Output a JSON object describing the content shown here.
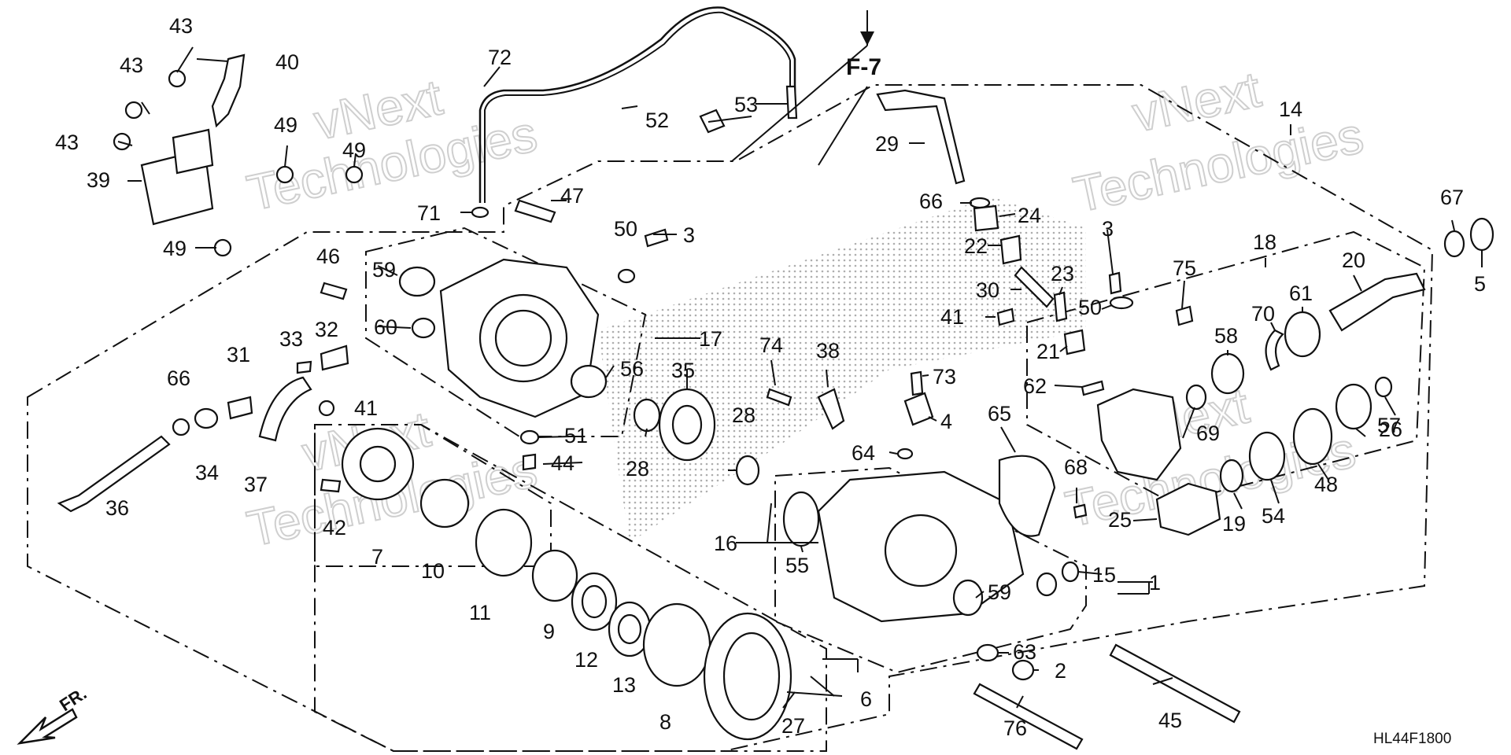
{
  "diagram_code": "HL44F1800",
  "front_indicator": "FR.",
  "figure_reference": "F-7",
  "watermark": [
    "vNext",
    "Technologies"
  ],
  "callouts": [
    {
      "id": "c1",
      "text": "1"
    },
    {
      "id": "c2",
      "text": "2"
    },
    {
      "id": "c3a",
      "text": "3"
    },
    {
      "id": "c3b",
      "text": "3"
    },
    {
      "id": "c4",
      "text": "4"
    },
    {
      "id": "c5",
      "text": "5"
    },
    {
      "id": "c6",
      "text": "6"
    },
    {
      "id": "c7",
      "text": "7"
    },
    {
      "id": "c8",
      "text": "8"
    },
    {
      "id": "c9",
      "text": "9"
    },
    {
      "id": "c10",
      "text": "10"
    },
    {
      "id": "c11",
      "text": "11"
    },
    {
      "id": "c12",
      "text": "12"
    },
    {
      "id": "c13",
      "text": "13"
    },
    {
      "id": "c14",
      "text": "14"
    },
    {
      "id": "c15",
      "text": "15"
    },
    {
      "id": "c16",
      "text": "16"
    },
    {
      "id": "c17",
      "text": "17"
    },
    {
      "id": "c18",
      "text": "18"
    },
    {
      "id": "c19",
      "text": "19"
    },
    {
      "id": "c20",
      "text": "20"
    },
    {
      "id": "c21",
      "text": "21"
    },
    {
      "id": "c22",
      "text": "22"
    },
    {
      "id": "c23",
      "text": "23"
    },
    {
      "id": "c24",
      "text": "24"
    },
    {
      "id": "c25",
      "text": "25"
    },
    {
      "id": "c26",
      "text": "26"
    },
    {
      "id": "c27",
      "text": "27"
    },
    {
      "id": "c28a",
      "text": "28"
    },
    {
      "id": "c28b",
      "text": "28"
    },
    {
      "id": "c29",
      "text": "29"
    },
    {
      "id": "c30",
      "text": "30"
    },
    {
      "id": "c31",
      "text": "31"
    },
    {
      "id": "c32",
      "text": "32"
    },
    {
      "id": "c33",
      "text": "33"
    },
    {
      "id": "c34",
      "text": "34"
    },
    {
      "id": "c35",
      "text": "35"
    },
    {
      "id": "c36",
      "text": "36"
    },
    {
      "id": "c37",
      "text": "37"
    },
    {
      "id": "c38",
      "text": "38"
    },
    {
      "id": "c39",
      "text": "39"
    },
    {
      "id": "c40",
      "text": "40"
    },
    {
      "id": "c41a",
      "text": "41"
    },
    {
      "id": "c41b",
      "text": "41"
    },
    {
      "id": "c42",
      "text": "42"
    },
    {
      "id": "c43a",
      "text": "43"
    },
    {
      "id": "c43b",
      "text": "43"
    },
    {
      "id": "c43c",
      "text": "43"
    },
    {
      "id": "c44",
      "text": "44"
    },
    {
      "id": "c45",
      "text": "45"
    },
    {
      "id": "c46",
      "text": "46"
    },
    {
      "id": "c47",
      "text": "47"
    },
    {
      "id": "c48",
      "text": "48"
    },
    {
      "id": "c49a",
      "text": "49"
    },
    {
      "id": "c49b",
      "text": "49"
    },
    {
      "id": "c49c",
      "text": "49"
    },
    {
      "id": "c50a",
      "text": "50"
    },
    {
      "id": "c50b",
      "text": "50"
    },
    {
      "id": "c51",
      "text": "51"
    },
    {
      "id": "c52",
      "text": "52"
    },
    {
      "id": "c53",
      "text": "53"
    },
    {
      "id": "c54",
      "text": "54"
    },
    {
      "id": "c55",
      "text": "55"
    },
    {
      "id": "c56",
      "text": "56"
    },
    {
      "id": "c57",
      "text": "57"
    },
    {
      "id": "c58",
      "text": "58"
    },
    {
      "id": "c59a",
      "text": "59"
    },
    {
      "id": "c59b",
      "text": "59"
    },
    {
      "id": "c60",
      "text": "60"
    },
    {
      "id": "c61",
      "text": "61"
    },
    {
      "id": "c62",
      "text": "62"
    },
    {
      "id": "c63",
      "text": "63"
    },
    {
      "id": "c64",
      "text": "64"
    },
    {
      "id": "c65",
      "text": "65"
    },
    {
      "id": "c66a",
      "text": "66"
    },
    {
      "id": "c66b",
      "text": "66"
    },
    {
      "id": "c67",
      "text": "67"
    },
    {
      "id": "c68",
      "text": "68"
    },
    {
      "id": "c69",
      "text": "69"
    },
    {
      "id": "c70",
      "text": "70"
    },
    {
      "id": "c71",
      "text": "71"
    },
    {
      "id": "c72",
      "text": "72"
    },
    {
      "id": "c73",
      "text": "73"
    },
    {
      "id": "c74",
      "text": "74"
    },
    {
      "id": "c75",
      "text": "75"
    },
    {
      "id": "c76",
      "text": "76"
    }
  ]
}
